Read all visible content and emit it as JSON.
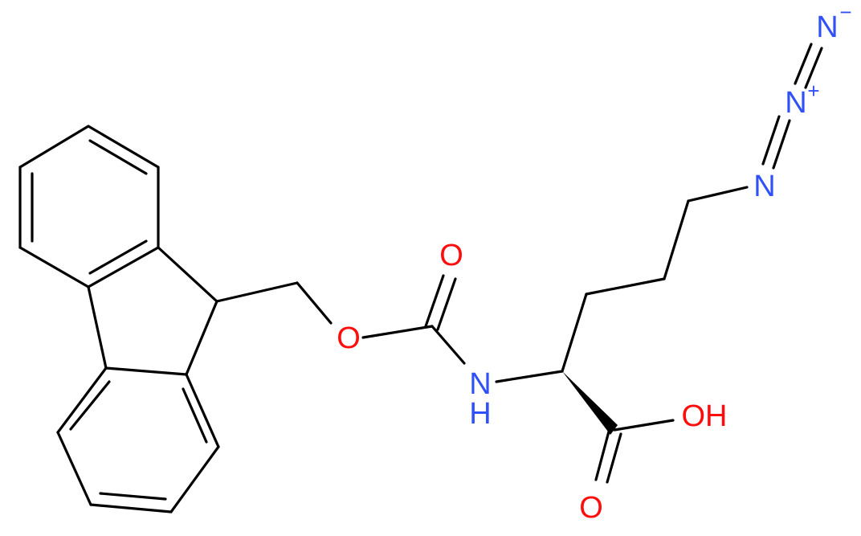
{
  "atom_labels": {
    "o_ester": "O",
    "o_carbonyl": "O",
    "n_amide": "N",
    "h_amide": "H",
    "oh_acid": "OH",
    "o_acid": "O",
    "n_azide_1": "N",
    "n_azide_2": "N",
    "n_azide_3": "N",
    "charge_plus": "+",
    "charge_minus": "−"
  },
  "colors": {
    "bond": "#000000",
    "oxygen": "#ff0d0d",
    "nitrogen": "#3050f8"
  }
}
